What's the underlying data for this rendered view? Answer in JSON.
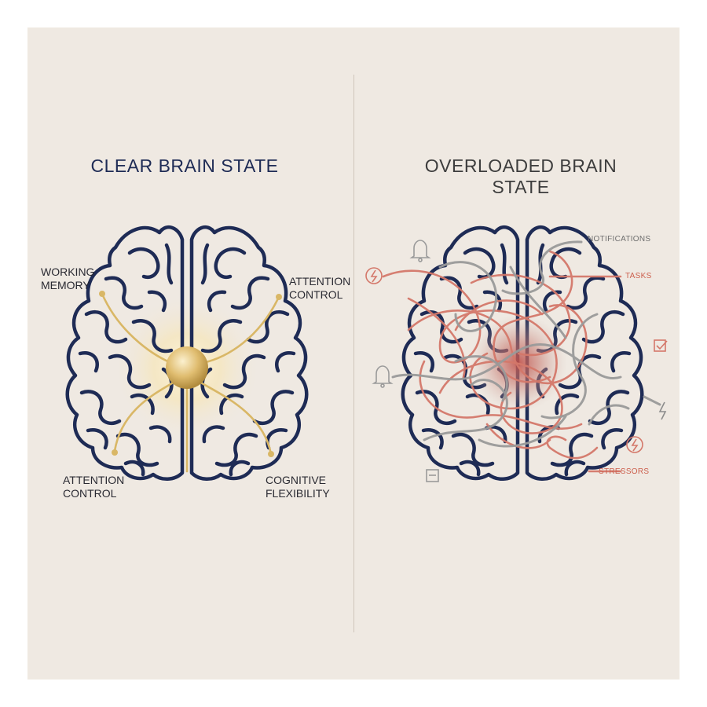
{
  "left": {
    "title": "CLEAR BRAIN STATE",
    "labels": {
      "working_memory": "WORKING\nMEMORY",
      "attention_control_top": "ATTENTION\nCONTROL",
      "attention_control_bottom": "ATTENTION\nCONTROL",
      "cognitive_flexibility": "COGNITIVE\nFLEXIBILITY"
    }
  },
  "right": {
    "title": "OVERLOADED BRAIN STATE",
    "labels": {
      "notifications": "NOTIFICATIONS",
      "tasks": "TASKS",
      "stressors": "STRESSORS"
    }
  },
  "colors": {
    "background": "#efe9e2",
    "navy": "#1e2b55",
    "gold": "#d9b766",
    "tangle_red": "#d4786a",
    "tangle_gray": "#9a9a9a"
  },
  "icons": [
    "bell-icon",
    "lightning-icon",
    "checkbox-icon",
    "minus-box-icon"
  ]
}
